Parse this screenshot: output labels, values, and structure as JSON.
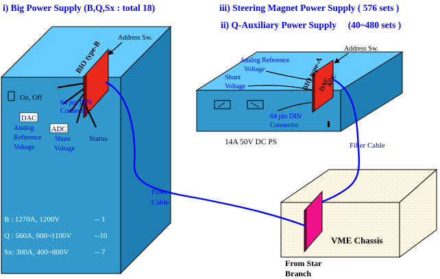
{
  "headings": {
    "big_ps": "i) Big Power Supply (B,Q,Sx : total 18)",
    "steering_ps": "iii) Steering Magnet Power Supply ( 576 sets )",
    "q_aux_ps": "ii) Q-Auxiliary Power Supply     (40~480 sets )"
  },
  "big_ps": {
    "address_sw": "Address Sw.",
    "bio_card": "BIO type-B",
    "on_off": "On, Off",
    "connector_line1": "64 pin DIN",
    "connector_line2": "Connector",
    "dac": "DAC",
    "dac_desc_line1": "Analog",
    "dac_desc_line2": "Reference",
    "dac_desc_line3": "Voltage",
    "adc": "ADC",
    "adc_desc_line1": "Shunt",
    "adc_desc_line2": "Voltage",
    "status": "Status",
    "specs": [
      {
        "label": "B : 1270A, 1200V",
        "count": "-- 1"
      },
      {
        "label": "Q : 560A, 600~1100V",
        "count": "--10"
      },
      {
        "label": "Sx: 300A, 400~800V",
        "count": "-- 7"
      }
    ]
  },
  "small_ps": {
    "address_sw": "Address Sw.",
    "analog_ref_line1": "Analog Reference",
    "analog_ref_line2": "Voltage",
    "shunt_line1": "Shunt",
    "shunt_line2": "Voltage",
    "bio_card": "BIO type-A",
    "dac": "DAC",
    "adc": "ADC",
    "connector_line1": "64 pin DIN",
    "connector_line2": "Connector",
    "label": "14A 50V DC PS"
  },
  "cables": {
    "fiber_left_line1": "Fiber",
    "fiber_left_line2": "Cable",
    "fiber_right": "Fiber Cable"
  },
  "vme": {
    "label": "VME Chassis",
    "from_line1": "From Star",
    "from_line2": "Branch"
  },
  "colors": {
    "heading": "#0000ff",
    "box_face": "#3399cc",
    "box_top": "#66ccff",
    "card_red": "#e8291b",
    "card_magenta": "#ee1188",
    "cable": "#0000ff",
    "vme_face": "#fff7dd"
  }
}
